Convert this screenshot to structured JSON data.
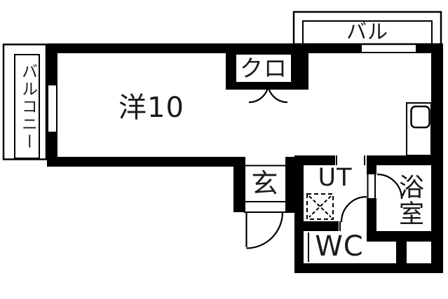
{
  "rooms": {
    "main": {
      "label": "洋10"
    },
    "closet": {
      "label": "クロ"
    },
    "balcony_top": {
      "label": "バル"
    },
    "balcony_left": {
      "label": "バルコニー"
    },
    "entrance": {
      "label": "玄"
    },
    "utility": {
      "label": "UT"
    },
    "bathroom": {
      "label": "浴室"
    },
    "wc": {
      "label": "WC"
    }
  },
  "fixtures": {
    "washing_machine_pan": "dashed-square-x-icon",
    "water_heater": "rounded-rect-icon",
    "doors": "quarter-circle-swing-arcs",
    "windows": "white-gap-in-wall"
  },
  "colors": {
    "wall": "#000000",
    "background": "#ffffff",
    "text": "#1a1a1a"
  }
}
